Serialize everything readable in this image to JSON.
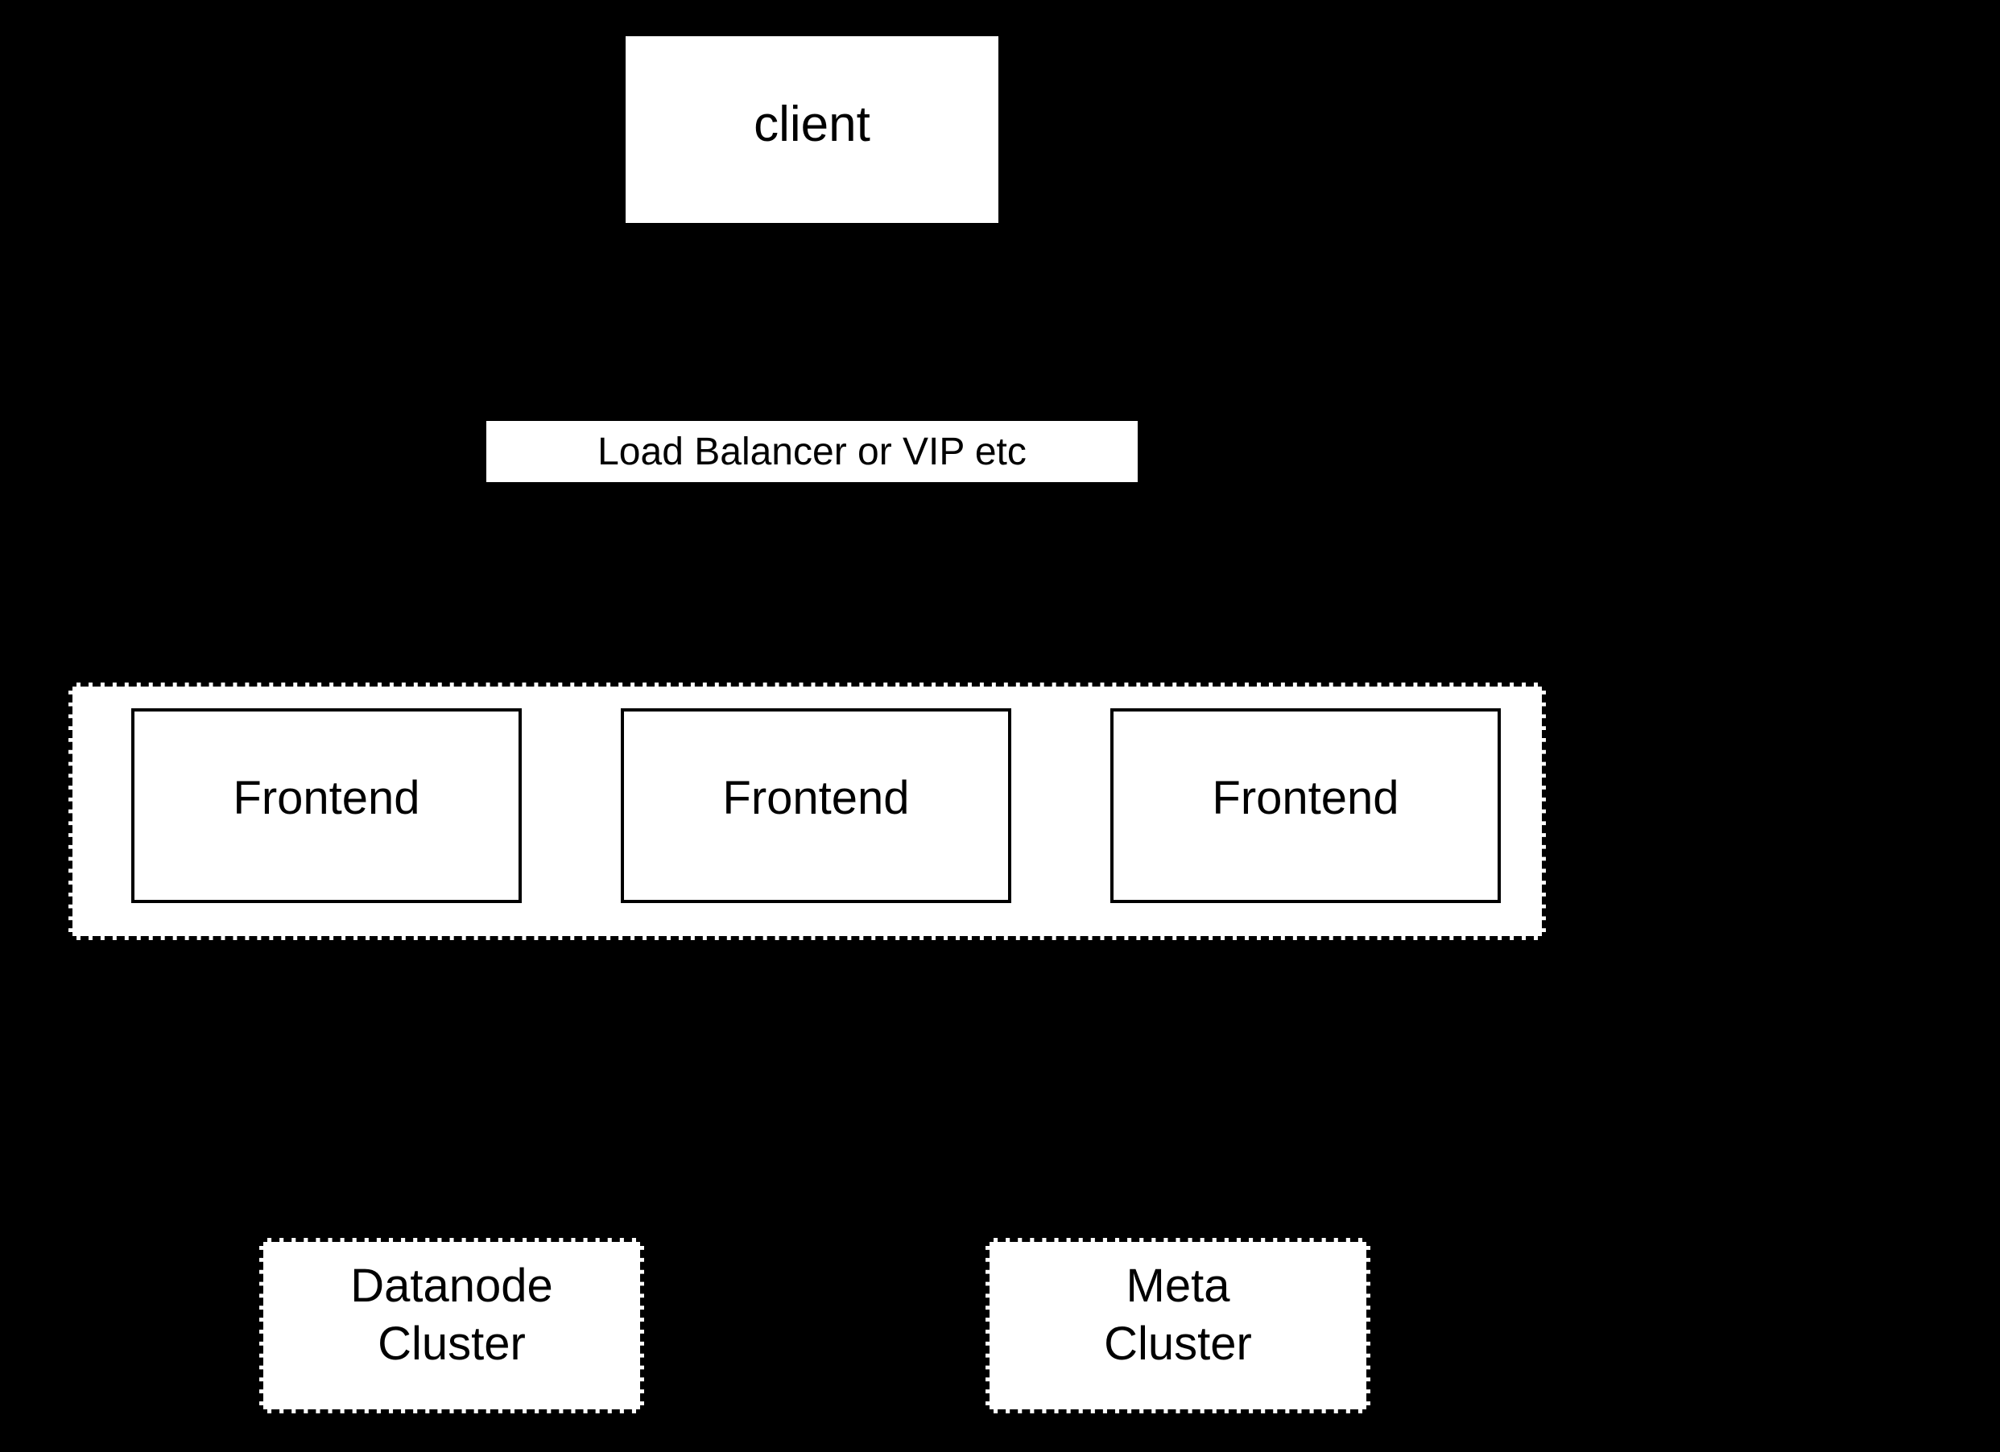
{
  "diagram": {
    "background_color": "#000000",
    "box_fill_color": "#ffffff",
    "text_color": "#000000",
    "client": {
      "label": "client"
    },
    "load_balancer": {
      "label": "Load Balancer or VIP etc"
    },
    "frontends": [
      {
        "label": "Frontend"
      },
      {
        "label": "Frontend"
      },
      {
        "label": "Frontend"
      }
    ],
    "clusters": [
      {
        "label": "Datanode\nCluster"
      },
      {
        "label": "Meta\nCluster"
      }
    ]
  }
}
